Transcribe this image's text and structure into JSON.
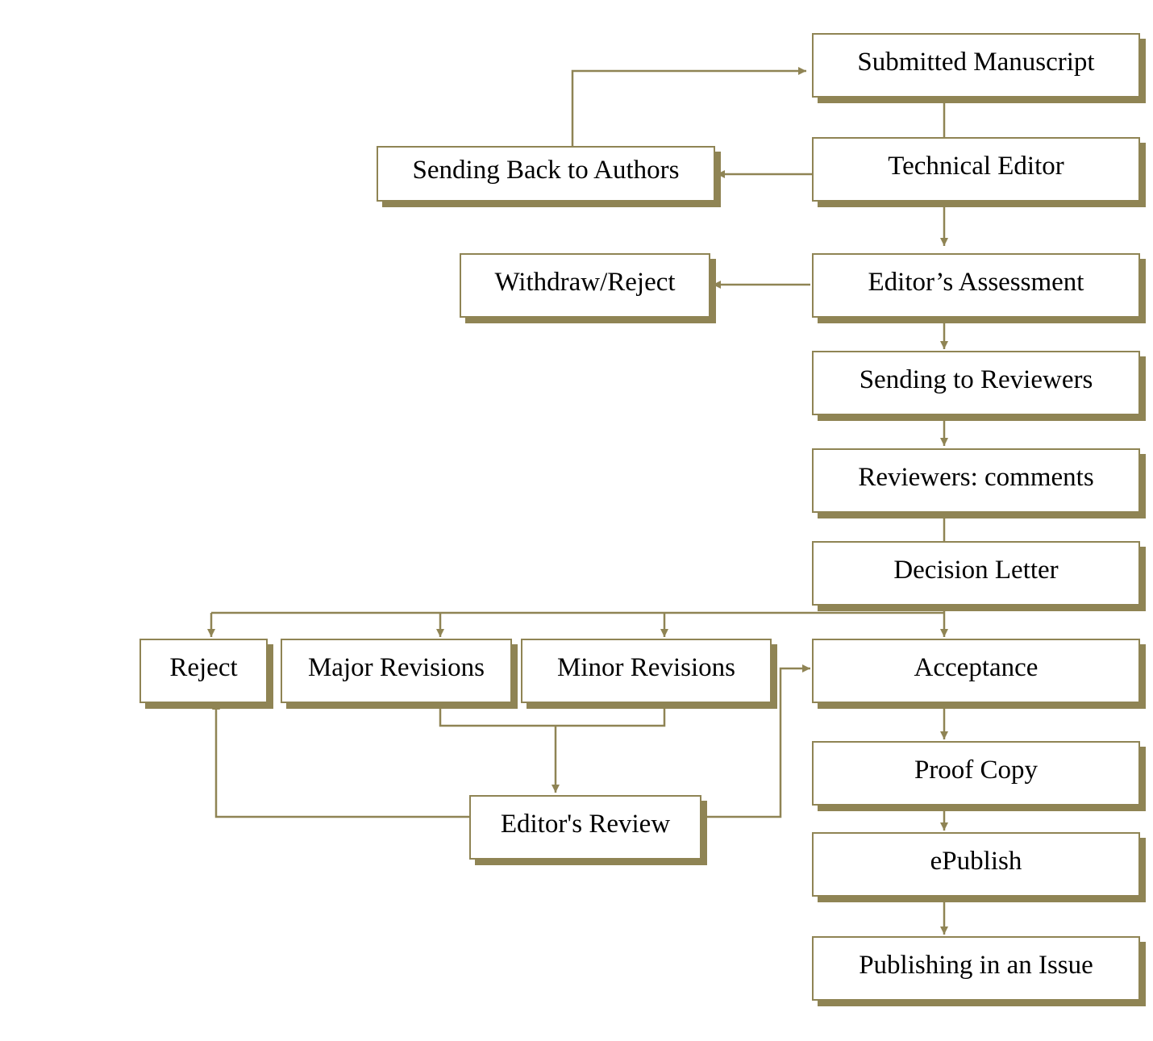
{
  "colors": {
    "line": "#8f8454",
    "shadow": "#8f8454",
    "box_fill": "#ffffff",
    "text": "#000000"
  },
  "nodes": {
    "submitted": "Submitted Manuscript",
    "technical_editor": "Technical Editor",
    "sending_back": "Sending Back to Authors",
    "editors_assessment": "Editor’s Assessment",
    "withdraw_reject": "Withdraw/Reject",
    "sending_reviewers": "Sending to Reviewers",
    "reviewers_comments": "Reviewers: comments",
    "decision_letter": "Decision Letter",
    "reject": "Reject",
    "major_revisions": "Major Revisions",
    "minor_revisions": "Minor Revisions",
    "acceptance": "Acceptance",
    "editors_review": "Editor's Review",
    "proof_copy": "Proof Copy",
    "epublish": "ePublish",
    "publishing_issue": "Publishing in an Issue"
  },
  "edges": [
    [
      "submitted",
      "technical_editor"
    ],
    [
      "technical_editor",
      "sending_back"
    ],
    [
      "sending_back",
      "submitted"
    ],
    [
      "technical_editor",
      "editors_assessment"
    ],
    [
      "editors_assessment",
      "withdraw_reject"
    ],
    [
      "editors_assessment",
      "sending_reviewers"
    ],
    [
      "sending_reviewers",
      "reviewers_comments"
    ],
    [
      "reviewers_comments",
      "decision_letter"
    ],
    [
      "decision_letter",
      "reject"
    ],
    [
      "decision_letter",
      "major_revisions"
    ],
    [
      "decision_letter",
      "minor_revisions"
    ],
    [
      "decision_letter",
      "acceptance"
    ],
    [
      "major_revisions",
      "editors_review"
    ],
    [
      "minor_revisions",
      "editors_review"
    ],
    [
      "editors_review",
      "reject"
    ],
    [
      "editors_review",
      "acceptance"
    ],
    [
      "acceptance",
      "proof_copy"
    ],
    [
      "proof_copy",
      "epublish"
    ],
    [
      "epublish",
      "publishing_issue"
    ]
  ]
}
